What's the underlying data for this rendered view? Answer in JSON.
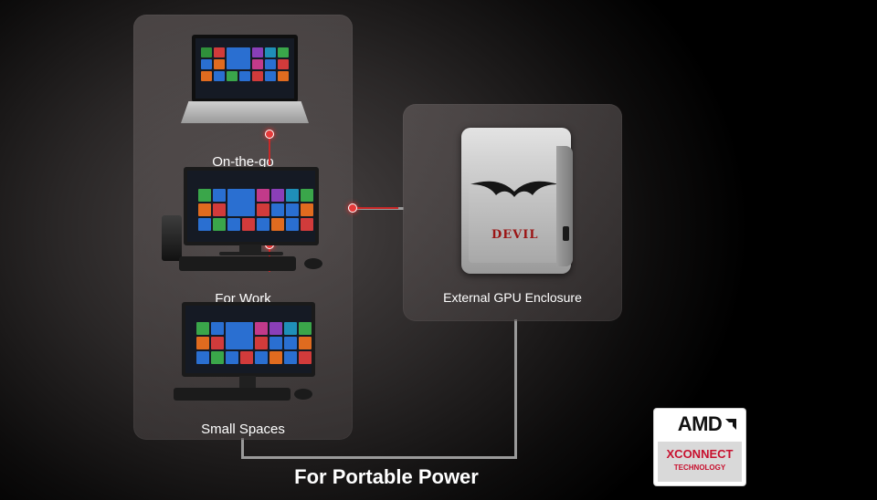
{
  "diagram": {
    "devices": [
      {
        "label": "On-the-go",
        "icon": "laptop-icon"
      },
      {
        "label": "For Work",
        "icon": "desktop-pc-icon"
      },
      {
        "label": "Small Spaces",
        "icon": "monitor-icon"
      }
    ],
    "enclosure": {
      "label": "External GPU Enclosure",
      "brand_mark": "DEVIL",
      "icon": "gpu-enclosure-icon"
    },
    "footer_title": "For Portable Power"
  },
  "badge": {
    "brand": "AMD",
    "product": "XCONNECT",
    "subtitle": "TECHNOLOGY",
    "accent_color": "#c8102e"
  },
  "colors": {
    "connector_dot": "#e63a3a",
    "connector_line": "#9a9a9a"
  }
}
